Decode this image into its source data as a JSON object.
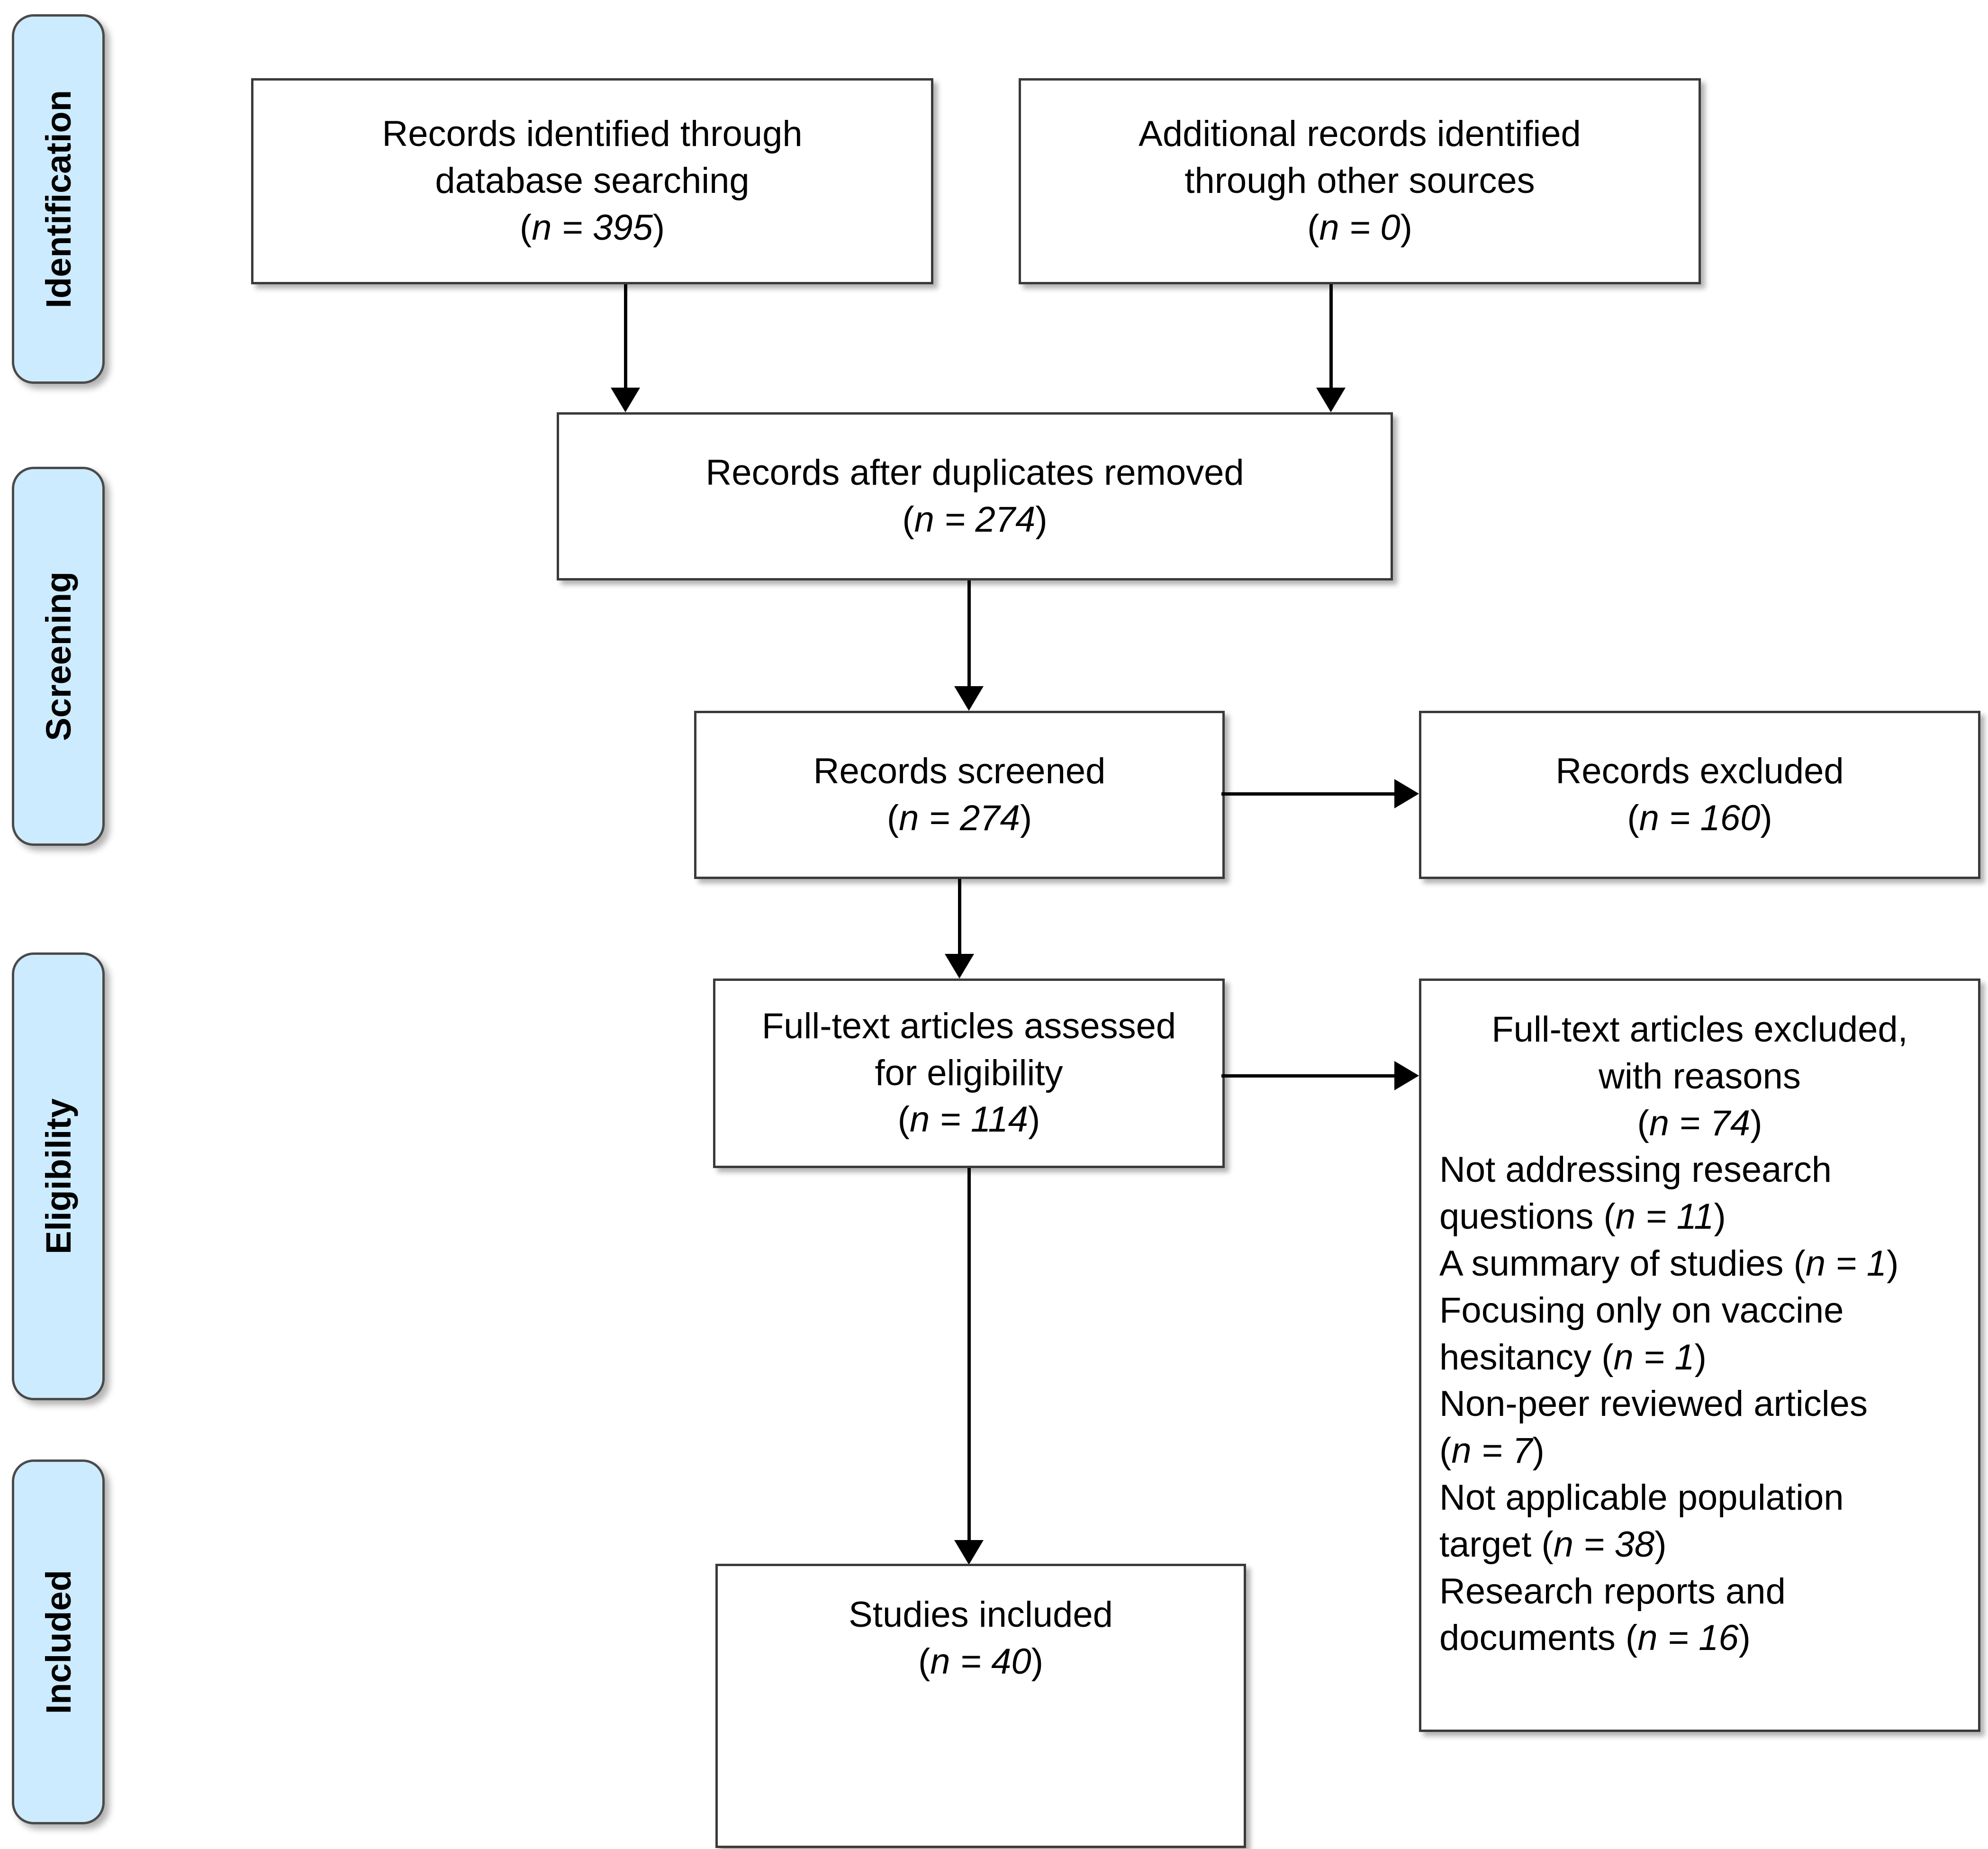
{
  "diagram": {
    "type": "prisma-flow-diagram",
    "stages": [
      {
        "id": "identification",
        "label": "Identification"
      },
      {
        "id": "screening",
        "label": "Screening"
      },
      {
        "id": "eligibility",
        "label": "Eligibility"
      },
      {
        "id": "included",
        "label": "Included"
      }
    ],
    "boxes": {
      "db_search": {
        "line1": "Records identified through",
        "line2": "database searching",
        "count_prefix": "(",
        "count_italic": "n = 395",
        "count_suffix": ")"
      },
      "other_sources": {
        "line1": "Additional records identified",
        "line2": "through other sources",
        "count_prefix": "(",
        "count_italic": "n = 0",
        "count_suffix": ")"
      },
      "after_duplicates": {
        "line1": "Records after duplicates removed",
        "count_prefix": "(",
        "count_italic": "n = 274",
        "count_suffix": ")"
      },
      "screened": {
        "line1": "Records screened",
        "count_prefix": "(",
        "count_italic": "n = 274",
        "count_suffix": ")"
      },
      "records_excluded": {
        "line1": "Records excluded",
        "count_prefix": "(",
        "count_italic": "n = 160",
        "count_suffix": ")"
      },
      "fulltext_assessed": {
        "line1": "Full-text articles assessed",
        "line2": "for eligibility",
        "count_prefix": "(",
        "count_italic": "n = 114",
        "count_suffix": ")"
      },
      "fulltext_excluded": {
        "line1": "Full-text articles excluded,",
        "line2": "with reasons",
        "count_prefix": "(",
        "count_italic": "n = 74",
        "count_suffix": ")",
        "reasons": [
          {
            "text_a": "Not addressing research",
            "text_b": "questions ",
            "n": "n = 11"
          },
          {
            "text_a": "",
            "text_b": "A summary of studies ",
            "n": "n = 1"
          },
          {
            "text_a": "Focusing only on vaccine",
            "text_b": "hesitancy ",
            "n": "n = 1"
          },
          {
            "text_a": "Non-peer reviewed articles",
            "text_b": "",
            "n": "n = 7"
          },
          {
            "text_a": "Not applicable population",
            "text_b": "target ",
            "n": "n = 38"
          },
          {
            "text_a": "Research reports and",
            "text_b": "documents ",
            "n": "n = 16"
          }
        ]
      },
      "studies_included": {
        "line1": "Studies included",
        "count_prefix": "(",
        "count_italic": "n = 40",
        "count_suffix": ")"
      }
    },
    "colors": {
      "stage_fill": "#cdebff",
      "stage_border": "#4a4a4a",
      "box_border": "#3a3a3a",
      "connector": "#000000",
      "background": "#ffffff"
    }
  }
}
